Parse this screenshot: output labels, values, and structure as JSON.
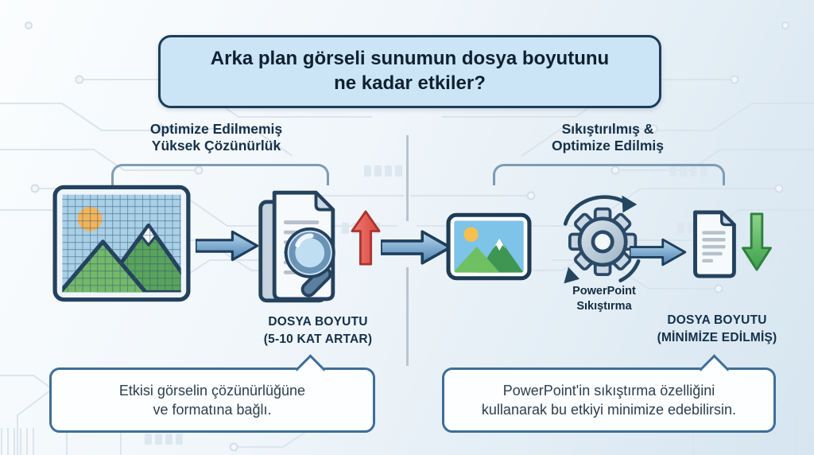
{
  "title": {
    "line1": "Arka plan görseli sunumun dosya boyutunu",
    "line2": "ne kadar etkiler?"
  },
  "left": {
    "header_line1": "Optimize Edilmemiş",
    "header_line2": "Yüksek Çözünürlük",
    "result_line1": "DOSYA BOYUTU",
    "result_line2": "(5-10 KAT ARTAR)",
    "callout_line1": "Etkisi görselin çözünürlüğüne",
    "callout_line2": "ve formatına bağlı."
  },
  "right": {
    "header_line1": "Sıkıştırılmış &",
    "header_line2": "Optimize Edilmiş",
    "gear_label_line1": "PowerPoint",
    "gear_label_line2": "Sıkıştırma",
    "result_line1": "DOSYA BOYUTU",
    "result_line2": "(MİNİMİZE EDİLMİŞ)",
    "callout_line1": "PowerPoint'in sıkıştırma özelliğini",
    "callout_line2": "kullanarak bu etkiyi minimize edebilirsin."
  },
  "icons": {
    "unoptimized_image": "pixel-grid-image-icon",
    "large_file": "document-magnifier-icon",
    "size_increase": "red-up-arrow-icon",
    "flow_left": "blue-right-arrow-icon",
    "flow_center": "blue-right-arrow-icon",
    "optimized_image": "clean-image-icon",
    "compression": "gear-sync-icon",
    "flow_right": "blue-right-arrow-icon",
    "small_file": "document-icon",
    "size_decrease": "green-down-arrow-icon"
  },
  "colors": {
    "title_bg": "#cbe5f6",
    "title_border": "#1d3c58",
    "outline_navy": "#24425e",
    "arrow_blue": "#4e86b6",
    "arrow_red": "#dd4a43",
    "arrow_green": "#4fae57",
    "bracket": "#7e9cb5",
    "callout_border": "#3e6e99",
    "callout_bg": "#fcfeff",
    "divider": "#b7c5d1",
    "text_dark": "#13293d"
  }
}
